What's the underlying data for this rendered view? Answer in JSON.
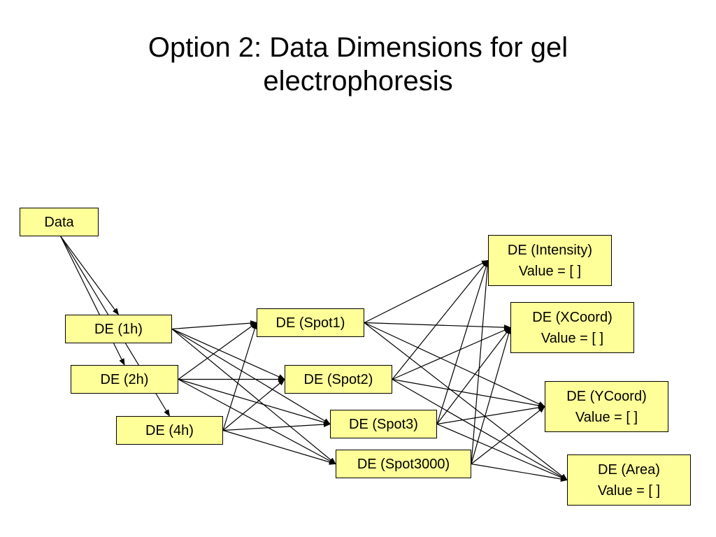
{
  "title": {
    "line1": "Option 2: Data Dimensions for gel",
    "line2": "electrophoresis"
  },
  "colors": {
    "node_fill": "#ffff99",
    "node_border": "#000000",
    "edge": "#000000",
    "text": "#000000"
  },
  "nodes": {
    "data": {
      "label": "Data"
    },
    "de_1h": {
      "label": "DE (1h)"
    },
    "de_2h": {
      "label": "DE (2h)"
    },
    "de_4h": {
      "label": "DE (4h)"
    },
    "spot1": {
      "label": "DE (Spot1)"
    },
    "spot2": {
      "label": "DE (Spot2)"
    },
    "spot3": {
      "label": "DE (Spot3)"
    },
    "spot3000": {
      "label": "DE (Spot3000)"
    },
    "intensity": {
      "label": "DE (Intensity)",
      "value": "Value = [  ]"
    },
    "xcoord": {
      "label": "DE (XCoord)",
      "value": "Value = [  ]"
    },
    "ycoord": {
      "label": "DE (YCoord)",
      "value": "Value = [  ]"
    },
    "area": {
      "label": "DE (Area)",
      "value": "Value = [  ]"
    }
  },
  "edges": [
    [
      "data",
      "de_1h"
    ],
    [
      "data",
      "de_2h"
    ],
    [
      "data",
      "de_4h"
    ],
    [
      "de_1h",
      "spot1"
    ],
    [
      "de_1h",
      "spot2"
    ],
    [
      "de_1h",
      "spot3"
    ],
    [
      "de_1h",
      "spot3000"
    ],
    [
      "de_2h",
      "spot1"
    ],
    [
      "de_2h",
      "spot2"
    ],
    [
      "de_2h",
      "spot3"
    ],
    [
      "de_2h",
      "spot3000"
    ],
    [
      "de_4h",
      "spot1"
    ],
    [
      "de_4h",
      "spot2"
    ],
    [
      "de_4h",
      "spot3"
    ],
    [
      "de_4h",
      "spot3000"
    ],
    [
      "spot1",
      "intensity"
    ],
    [
      "spot1",
      "xcoord"
    ],
    [
      "spot1",
      "ycoord"
    ],
    [
      "spot1",
      "area"
    ],
    [
      "spot2",
      "intensity"
    ],
    [
      "spot2",
      "xcoord"
    ],
    [
      "spot2",
      "ycoord"
    ],
    [
      "spot2",
      "area"
    ],
    [
      "spot3",
      "intensity"
    ],
    [
      "spot3",
      "xcoord"
    ],
    [
      "spot3",
      "ycoord"
    ],
    [
      "spot3",
      "area"
    ],
    [
      "spot3000",
      "intensity"
    ],
    [
      "spot3000",
      "xcoord"
    ],
    [
      "spot3000",
      "ycoord"
    ],
    [
      "spot3000",
      "area"
    ]
  ]
}
